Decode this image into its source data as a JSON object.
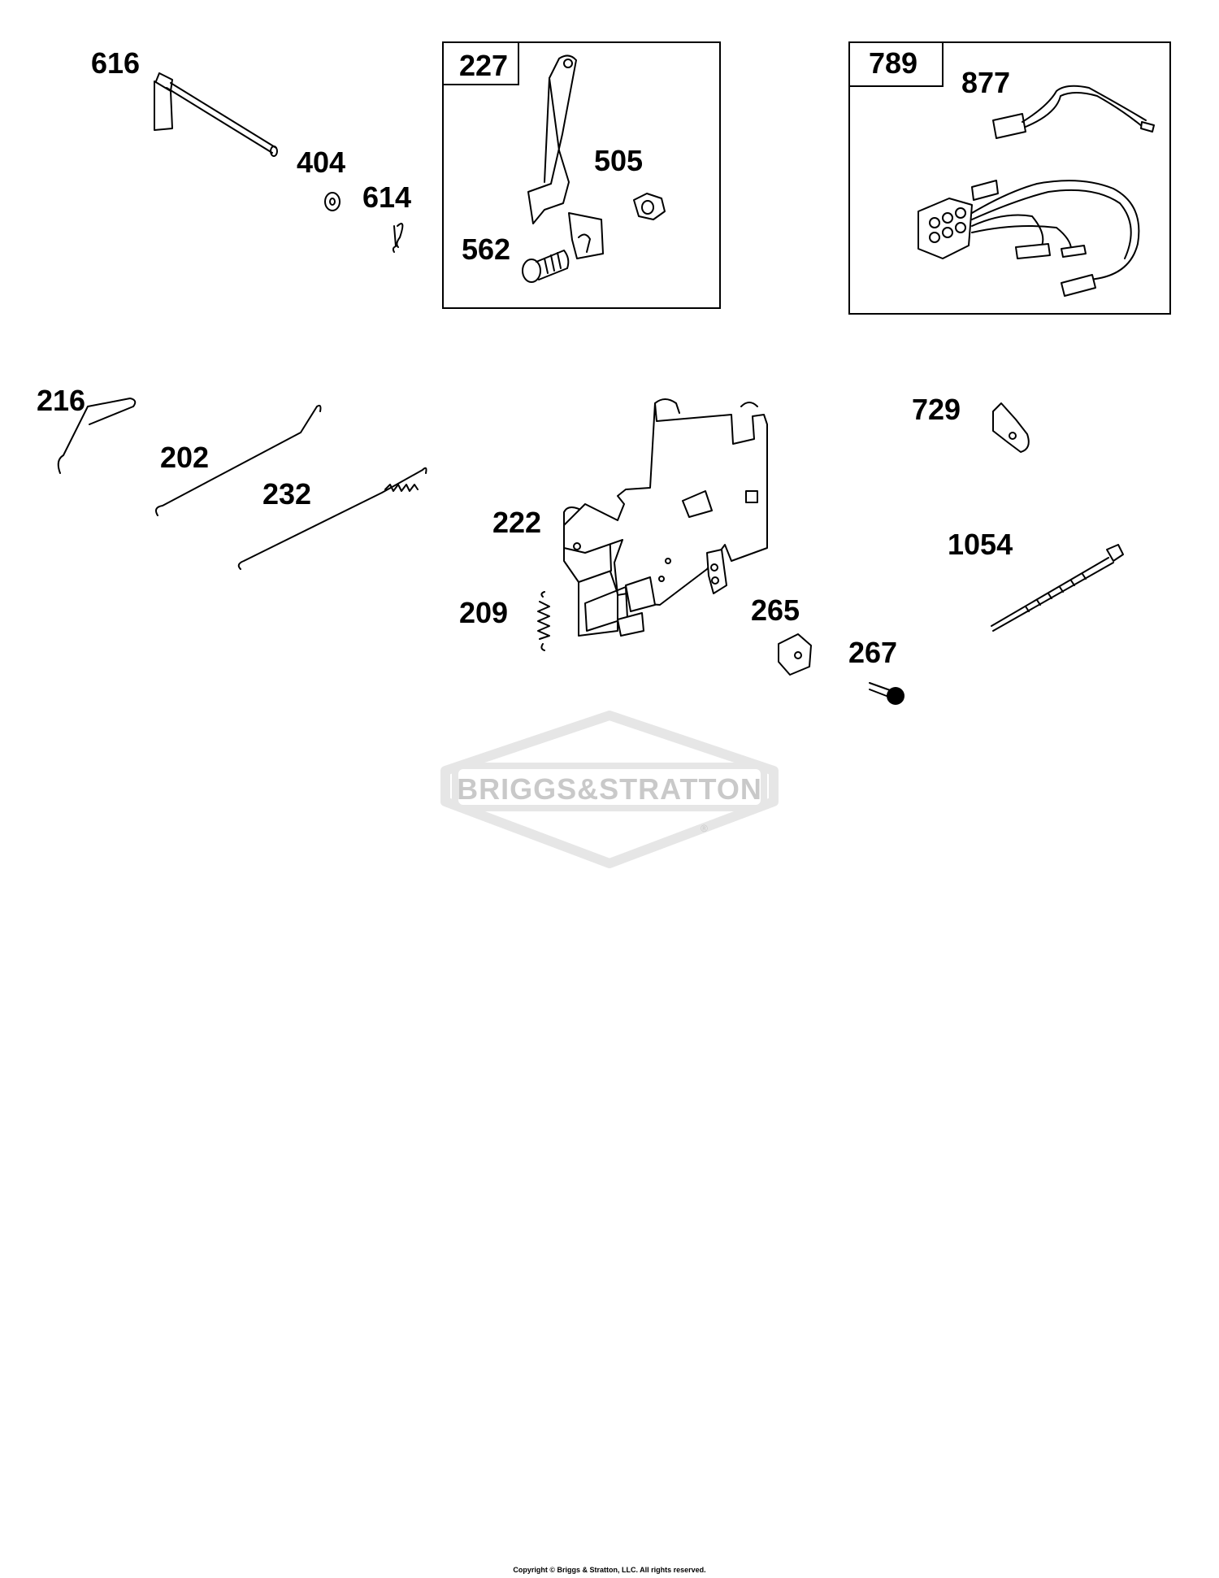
{
  "kit_boxes": [
    {
      "id": "227",
      "label": "227"
    },
    {
      "id": "789",
      "label": "789"
    }
  ],
  "parts": {
    "p616": "616",
    "p404": "404",
    "p614": "614",
    "p505": "505",
    "p562": "562",
    "p877": "877",
    "p216": "216",
    "p202": "202",
    "p232": "232",
    "p222": "222",
    "p209": "209",
    "p265": "265",
    "p267": "267",
    "p729": "729",
    "p1054": "1054"
  },
  "watermark": {
    "brand": "BRIGGS&STRATTON",
    "registered": "®"
  },
  "footer": {
    "copyright": "Copyright © Briggs & Stratton, LLC. All rights reserved."
  }
}
